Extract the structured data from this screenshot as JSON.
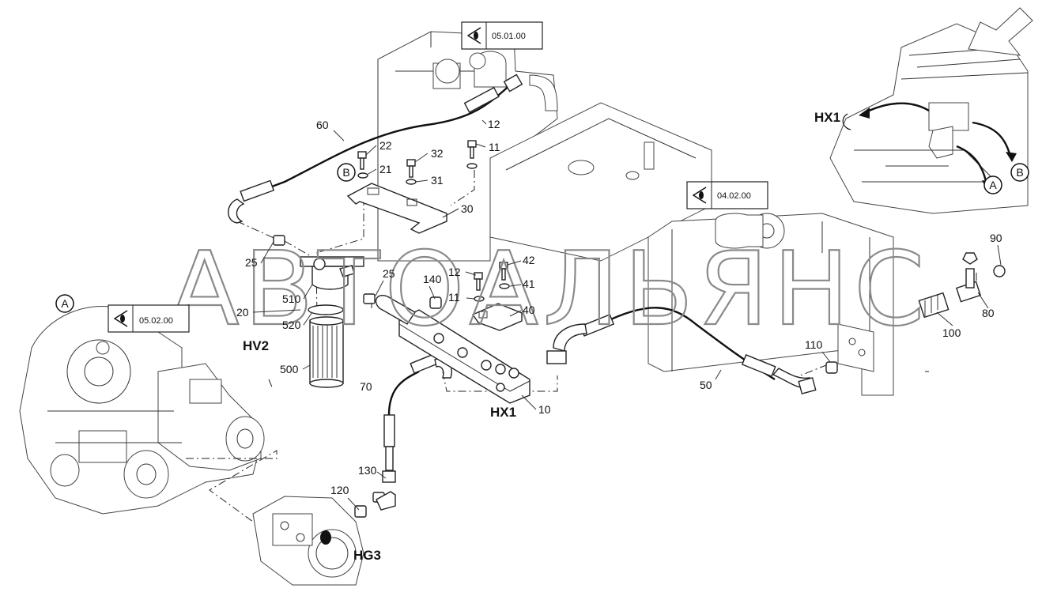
{
  "watermark": "АВТОАЛЬЯНС",
  "references": [
    {
      "id": "ref-1",
      "code": "05.01.00"
    },
    {
      "id": "ref-2",
      "code": "04.02.00"
    },
    {
      "id": "ref-3",
      "code": "05.02.00"
    }
  ],
  "assemblies": {
    "hv2": "HV2",
    "hx1": "HX1",
    "hx1_inset": "HX1",
    "hg3": "HG3"
  },
  "view_markers": {
    "a_left": "A",
    "b_mid": "B",
    "a_inset": "A",
    "b_inset": "B"
  },
  "part_numbers": {
    "p60": "60",
    "p12a": "12",
    "p22": "22",
    "p32": "32",
    "p11a": "11",
    "p21": "21",
    "p31": "31",
    "p30": "30",
    "p25a": "25",
    "p20": "20",
    "p510": "510",
    "p520": "520",
    "p500": "500",
    "p25b": "25",
    "p140": "140",
    "p12b": "12",
    "p42": "42",
    "p41": "41",
    "p11b": "11",
    "p40": "40",
    "p70": "70",
    "p10": "10",
    "p130": "130",
    "p120": "120",
    "p50": "50",
    "p110": "110",
    "p90": "90",
    "p80": "80",
    "p100": "100"
  }
}
